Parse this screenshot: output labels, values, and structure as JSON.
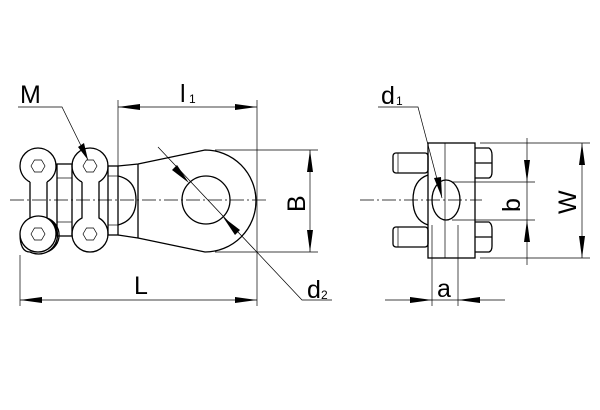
{
  "labels": {
    "M": "M",
    "l1_main": "l",
    "l1_sub": "1",
    "L": "L",
    "B": "B",
    "d2_main": "d",
    "d2_sub": "2",
    "d1_main": "d",
    "d1_sub": "1",
    "b": "b",
    "W": "W",
    "a": "a"
  }
}
